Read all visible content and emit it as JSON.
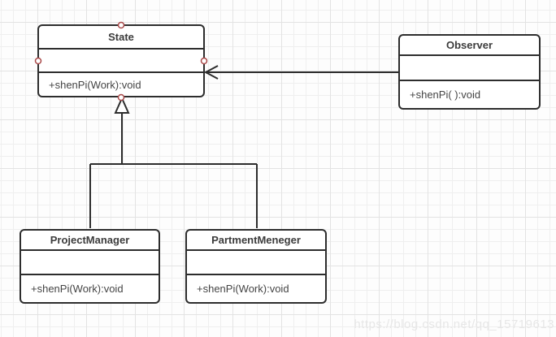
{
  "diagram": {
    "classes": [
      {
        "name": "State",
        "attributes": "",
        "methods": "+shenPi(Work):void"
      },
      {
        "name": "Observer",
        "attributes": "",
        "methods": "+shenPi( ):void"
      },
      {
        "name": "ProjectManager",
        "attributes": "",
        "methods": "+shenPi(Work):void"
      },
      {
        "name": "PartmentMeneger",
        "attributes": "",
        "methods": "+shenPi(Work):void"
      }
    ],
    "relations": [
      {
        "type": "association",
        "from": "Observer",
        "to": "State",
        "arrowhead": "open"
      },
      {
        "type": "generalization",
        "from": "ProjectManager",
        "to": "State",
        "arrowhead": "hollow-triangle"
      },
      {
        "type": "generalization",
        "from": "PartmentMeneger",
        "to": "State",
        "arrowhead": "hollow-triangle"
      }
    ]
  },
  "watermark": "https://blog.csdn.net/qq_15719613",
  "colors": {
    "box_border": "#2d2d2d",
    "box_fill": "#ffffff",
    "line": "#2d2d2d",
    "handle_stroke": "#a94949",
    "grid_minor": "#efefef",
    "grid_major": "#e3e3e3",
    "text": "#3c3c3c",
    "watermark": "#e7e7e7"
  }
}
